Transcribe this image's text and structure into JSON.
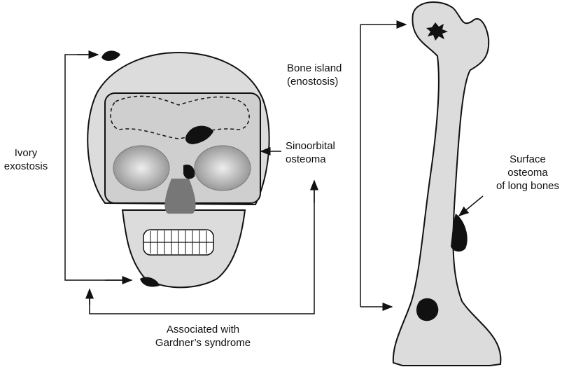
{
  "labels": {
    "ivory_exostosis": [
      "Ivory",
      "exostosis"
    ],
    "bone_island": [
      "Bone island",
      "(enostosis)"
    ],
    "sinoorbital_osteoma": [
      "Sinoorbital",
      "osteoma"
    ],
    "surface_osteoma": [
      "Surface",
      "osteoma",
      "of long bones"
    ],
    "gardner": [
      "Associated with",
      "Gardner’s syndrome"
    ]
  },
  "colors": {
    "bone": "#dcdcdc",
    "lesion": "#111111",
    "line": "#111111"
  }
}
